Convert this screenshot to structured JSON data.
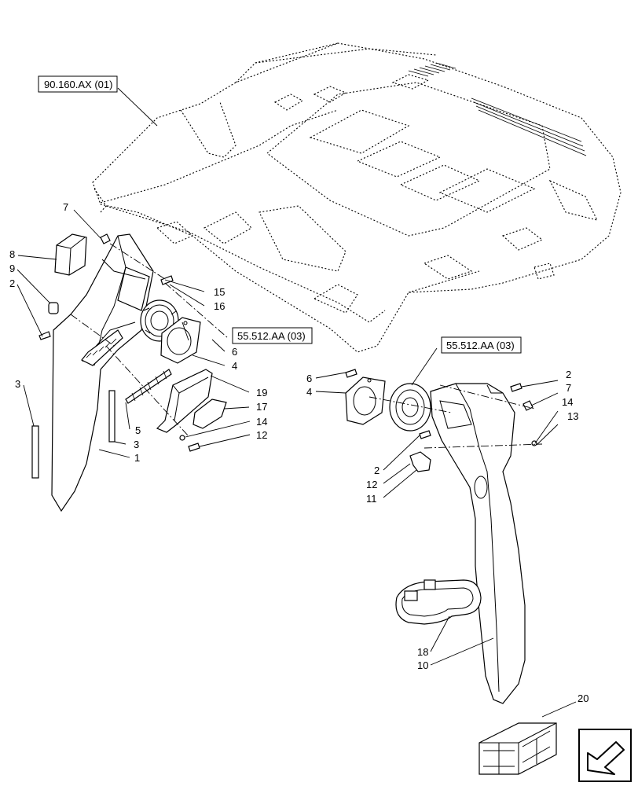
{
  "references": [
    {
      "id": "ref-headliner",
      "label": "90.160.AX (01)"
    },
    {
      "id": "ref-speaker-left",
      "label": "55.512.AA (03)"
    },
    {
      "id": "ref-speaker-right",
      "label": "55.512.AA (03)"
    }
  ],
  "callouts": [
    {
      "id": "c7a",
      "label": "7"
    },
    {
      "id": "c8",
      "label": "8"
    },
    {
      "id": "c9",
      "label": "9"
    },
    {
      "id": "c2a",
      "label": "2"
    },
    {
      "id": "c3a",
      "label": "3"
    },
    {
      "id": "c15",
      "label": "15"
    },
    {
      "id": "c16",
      "label": "16"
    },
    {
      "id": "c6a",
      "label": "6"
    },
    {
      "id": "c4a",
      "label": "4"
    },
    {
      "id": "c19",
      "label": "19"
    },
    {
      "id": "c17",
      "label": "17"
    },
    {
      "id": "c5",
      "label": "5"
    },
    {
      "id": "c3b",
      "label": "3"
    },
    {
      "id": "c14a",
      "label": "14"
    },
    {
      "id": "c12a",
      "label": "12"
    },
    {
      "id": "c1",
      "label": "1"
    },
    {
      "id": "c6b",
      "label": "6"
    },
    {
      "id": "c4b",
      "label": "4"
    },
    {
      "id": "c2b",
      "label": "2"
    },
    {
      "id": "c7b",
      "label": "7"
    },
    {
      "id": "c14b",
      "label": "14"
    },
    {
      "id": "c13",
      "label": "13"
    },
    {
      "id": "c2c",
      "label": "2"
    },
    {
      "id": "c12b",
      "label": "12"
    },
    {
      "id": "c11",
      "label": "11"
    },
    {
      "id": "c18",
      "label": "18"
    },
    {
      "id": "c10",
      "label": "10"
    },
    {
      "id": "c20",
      "label": "20"
    }
  ],
  "icons": {
    "navigation": "next-page-arrow-icon",
    "kit": "parts-kit-crate-icon"
  }
}
